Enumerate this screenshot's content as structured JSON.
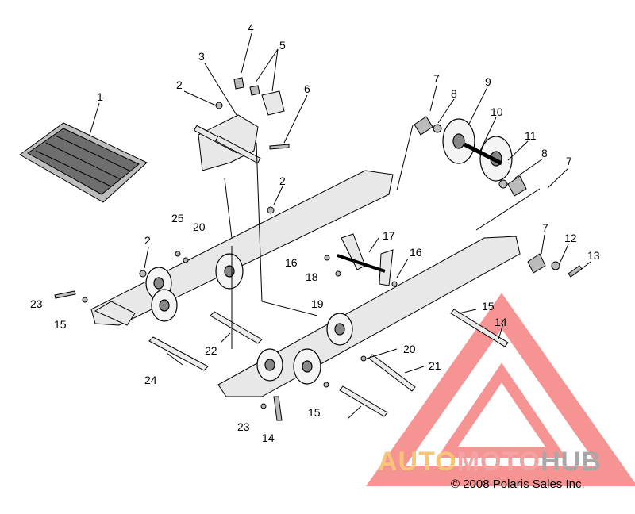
{
  "callouts": [
    "1",
    "2",
    "3",
    "4",
    "5",
    "6",
    "2",
    "7",
    "8",
    "9",
    "10",
    "11",
    "8",
    "7",
    "25",
    "20",
    "2",
    "16",
    "17",
    "18",
    "16",
    "19",
    "7",
    "12",
    "13",
    "23",
    "15",
    "22",
    "24",
    "20",
    "21",
    "15",
    "14",
    "15",
    "23",
    "14"
  ],
  "watermark": {
    "part1": "AUTO",
    "part2": "MOTO",
    "part3": "HUB"
  },
  "copyright": "© 2008 Polaris Sales Inc.",
  "colors": {
    "watermark_red": "#ef3b3b",
    "watermark_orange": "#f7b24f",
    "watermark_gray": "#9a9a9a",
    "line": "#000000",
    "part_fill": "#e8e8e8"
  }
}
